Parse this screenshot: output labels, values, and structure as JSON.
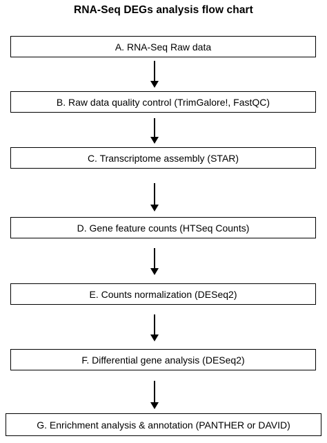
{
  "title": "RNA-Seq DEGs analysis flow chart",
  "steps": [
    "A. RNA-Seq Raw data",
    "B. Raw data quality control (TrimGalore!, FastQC)",
    "C. Transcriptome assembly (STAR)",
    "D. Gene feature counts (HTSeq Counts)",
    "E. Counts normalization (DESeq2)",
    "F. Differential gene analysis (DESeq2)",
    "G. Enrichment analysis & annotation (PANTHER or DAVID)"
  ],
  "colors": {
    "stroke": "#000000",
    "background": "#ffffff",
    "text": "#000000"
  }
}
